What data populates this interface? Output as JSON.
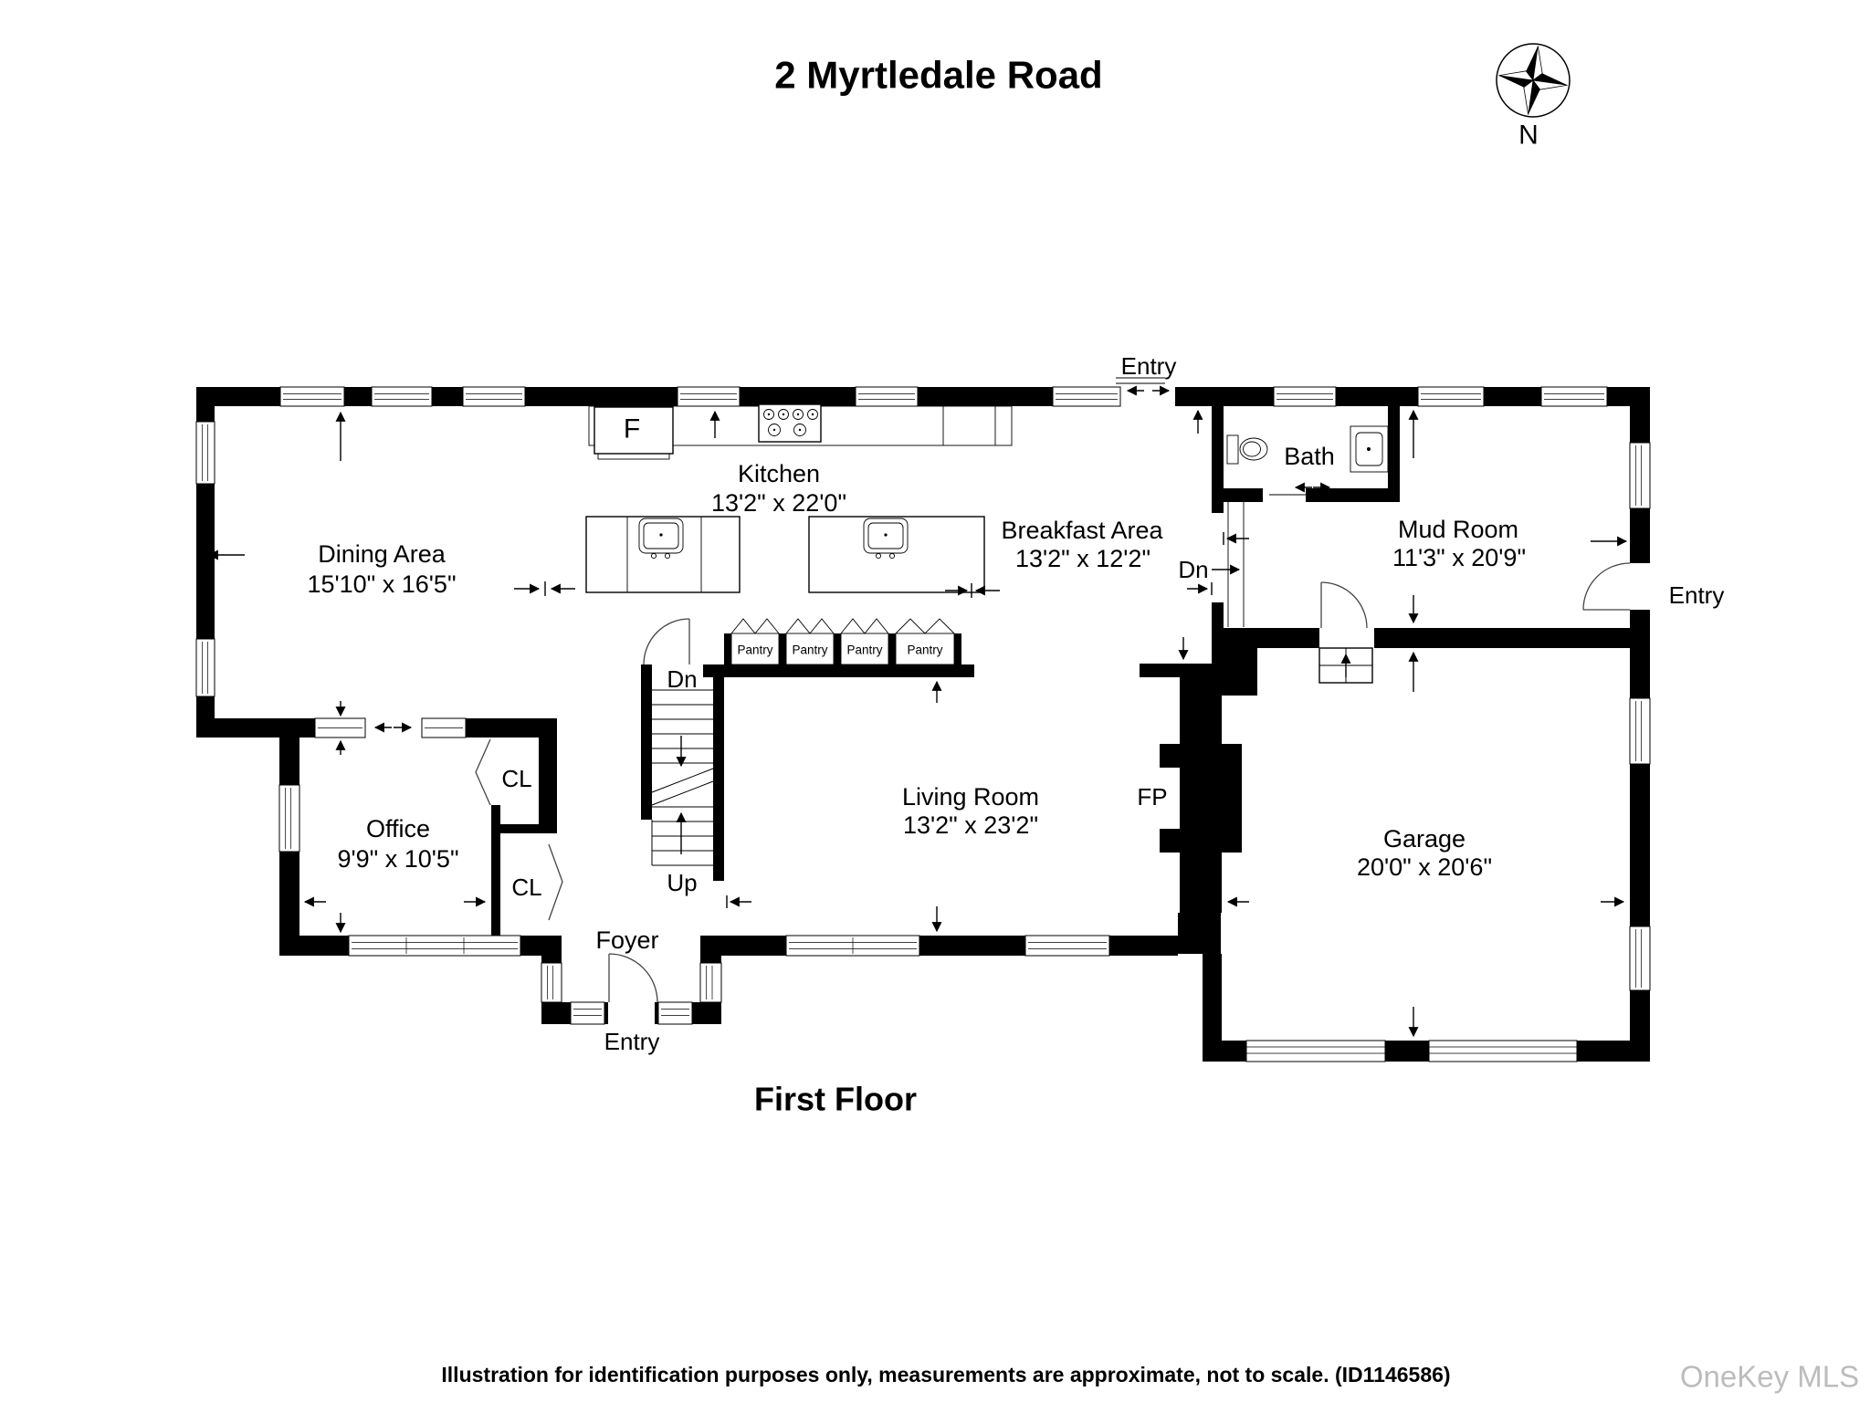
{
  "title": "2 Myrtledale Road",
  "compass": {
    "north": "N"
  },
  "rooms": {
    "dining": {
      "name": "Dining Area",
      "dims": "15'10\" x 16'5\""
    },
    "kitchen": {
      "name": "Kitchen",
      "dims": "13'2\" x 22'0\""
    },
    "breakfast": {
      "name": "Breakfast Area",
      "dims": "13'2\" x 12'2\""
    },
    "bath": {
      "name": "Bath"
    },
    "mudroom": {
      "name": "Mud Room",
      "dims": "11'3\" x 20'9\""
    },
    "office": {
      "name": "Office",
      "dims": "9'9\" x 10'5\""
    },
    "living": {
      "name": "Living Room",
      "dims": "13'2\" x 23'2\""
    },
    "garage": {
      "name": "Garage",
      "dims": "20'0\" x 20'6\""
    },
    "foyer": {
      "name": "Foyer"
    }
  },
  "markers": {
    "entry": "Entry",
    "pantry": "Pantry",
    "closet": "CL",
    "fireplace": "FP",
    "refrigerator": "F",
    "down": "Dn",
    "up": "Up"
  },
  "footer": {
    "floor": "First Floor",
    "disclaimer": "Illustration for identification purposes only, measurements are approximate, not to scale. (ID1146586)",
    "watermark": "OneKey MLS"
  }
}
